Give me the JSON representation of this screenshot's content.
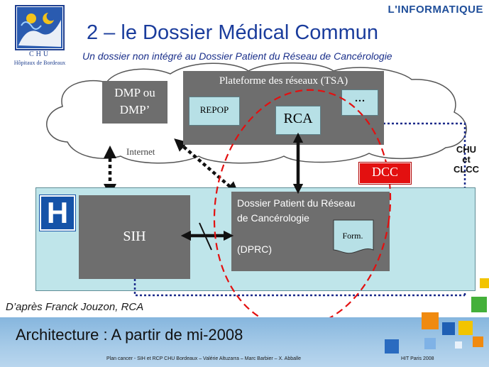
{
  "header": {
    "logo_name": "CHU",
    "logo_subtitle": "Hôpitaux de Bordeaux",
    "section": "L'INFORMATIQUE",
    "title": "2 – le Dossier Médical Commun",
    "subtitle": "Un dossier non intégré au Dossier Patient du Réseau de Cancérologie"
  },
  "diagram": {
    "dmp_line1": "DMP ou",
    "dmp_line2": "DMP’",
    "platform_label": "Plateforme des réseaux (TSA)",
    "repop_label": "REPOP",
    "rca_label": "RCA",
    "ellipsis_label": "...",
    "internet_label": "Internet",
    "dcc_label": "DCC",
    "chu_clcc_line1": "CHU",
    "chu_clcc_line2": "et",
    "chu_clcc_line3": "CLCC",
    "hospital_icon": "H",
    "sih_label": "SIH",
    "dprc_line1": "Dossier Patient du  Réseau",
    "dprc_line2": "de Cancérologie",
    "dprc_abbr": "(DPRC)",
    "form_label": "Form."
  },
  "author": "D’après Franck Jouzon, RCA",
  "footer": {
    "title": "Architecture : A partir de mi-2008",
    "credits": "Plan cancer - SIH et RCP CHU Bordeaux – Valérie Altuzarra – Marc Barbier – X. Abballe",
    "event": "HIT Paris 2008"
  },
  "colors": {
    "title_blue": "#1a3c9c",
    "box_grey": "#6e6e6e",
    "box_light": "#b7e0e6",
    "dcc_red": "#e31010",
    "ellipse_red": "#e31010",
    "link_navy": "#1a2a8a"
  }
}
